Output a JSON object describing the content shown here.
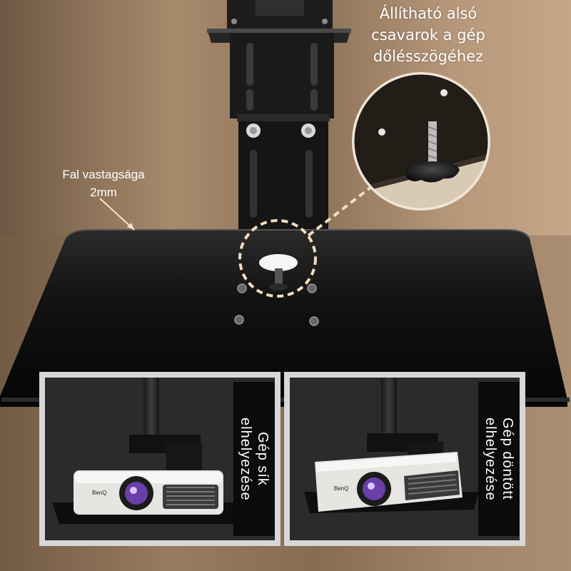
{
  "callout_top_right": {
    "line1": "Állítható alsó",
    "line2": "csavarok a gép",
    "line3": "dőlésszögéhez"
  },
  "callout_wall": {
    "line1": "Fal vastagsága",
    "line2": "2mm"
  },
  "panel_left": {
    "label": "Gép sík\nelhelyezése",
    "brand": "BenQ"
  },
  "panel_right": {
    "label": "Gép döntött\nelhelyezése",
    "brand": "BenQ"
  },
  "colors": {
    "background": "#a88868",
    "tray": "#101010",
    "panel_frame": "#d7d7d7",
    "label_bar": "#0b0b0b",
    "dashed": "#f3dcc0"
  }
}
